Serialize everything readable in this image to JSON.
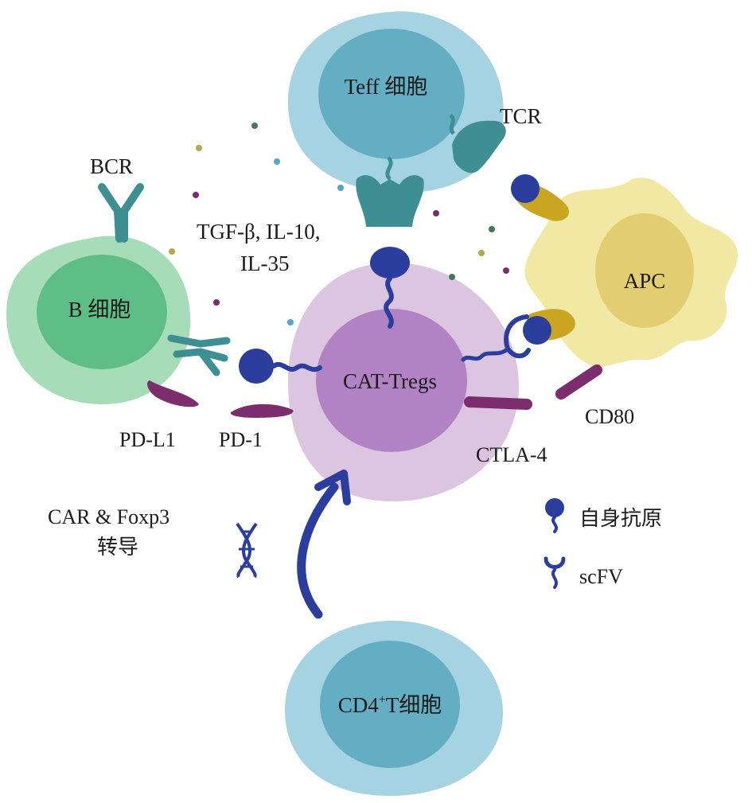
{
  "cells": {
    "teff": "Teff 细胞",
    "b_cell": "B 细胞",
    "cat_tregs": "CAT-Tregs",
    "apc": "APC",
    "cd4_t": {
      "main": "CD4",
      "sup": "+",
      "rest": "T细胞"
    }
  },
  "receptors": {
    "tcr": "TCR",
    "bcr": "BCR",
    "pd_l1": "PD-L1",
    "pd_1": "PD-1",
    "cd80": "CD80",
    "ctla_4": "CTLA-4"
  },
  "cytokines": {
    "line1": "TGF-β, IL-10,",
    "line2": "IL-35"
  },
  "transduction": {
    "line1": "CAR & Foxp3",
    "line2": "转导"
  },
  "legend": {
    "autoantigen": "自身抗原",
    "scfv": "scFV"
  },
  "colors": {
    "teff_outer": "#a5d3e1",
    "teff_inner": "#64aec4",
    "b_outer": "#a7dcb8",
    "b_inner": "#5fbe85",
    "treg_outer": "#dcc5e0",
    "treg_inner": "#b183c4",
    "apc_outer": "#f1e8a3",
    "apc_inner": "#e2cd70",
    "receptor_teal": "#3d8f94",
    "ligand_purple": "#7b2d6e",
    "antigen_blue": "#2b3e9e",
    "mhc_gold": "#c9a521"
  }
}
